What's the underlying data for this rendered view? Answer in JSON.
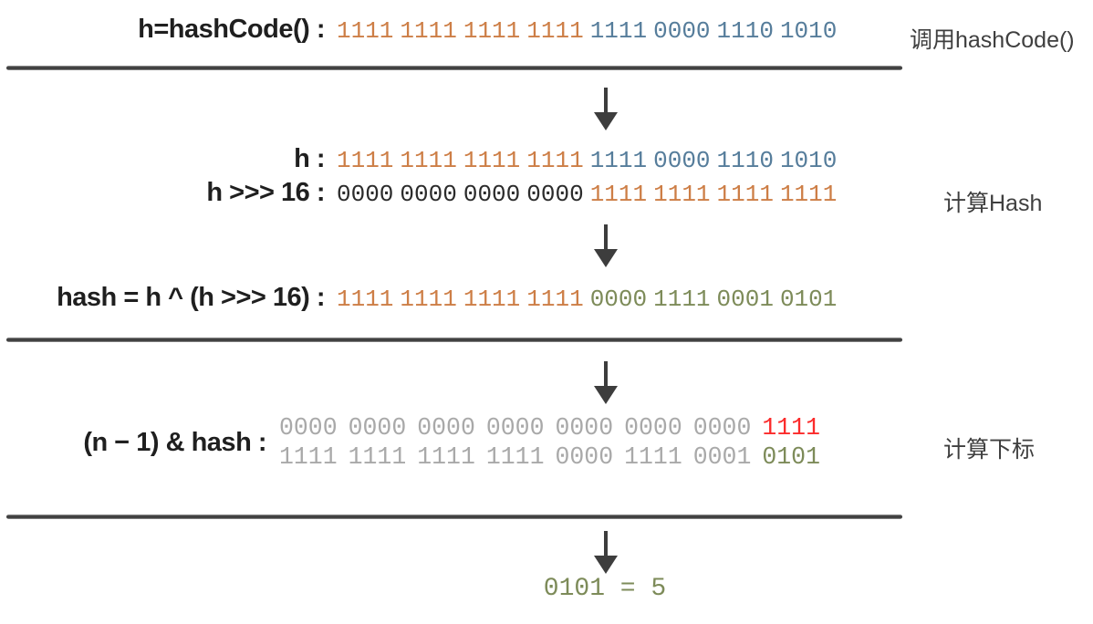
{
  "palette": {
    "orange": "#cd7e46",
    "blue": "#567d9b",
    "black": "#2b2b2b",
    "olive": "#7d8b59",
    "red": "#fb2b2b",
    "gray": "#a9a9a9",
    "label": "#1f1f1f",
    "side": "#3f3f3f",
    "arrow": "#3d3d3d"
  },
  "stage_labels": {
    "call": "调用hashCode()",
    "hash": "计算Hash",
    "index": "计算下标"
  },
  "rows": {
    "hashcode": {
      "label": "h=hashCode() :",
      "groups": [
        {
          "t": "1111",
          "c": "orange"
        },
        {
          "t": "1111",
          "c": "orange"
        },
        {
          "t": "1111",
          "c": "orange"
        },
        {
          "t": "1111",
          "c": "orange"
        },
        {
          "t": "1111",
          "c": "blue"
        },
        {
          "t": "0000",
          "c": "blue"
        },
        {
          "t": "1110",
          "c": "blue"
        },
        {
          "t": "1010",
          "c": "blue"
        }
      ]
    },
    "h": {
      "label": "h :",
      "groups": [
        {
          "t": "1111",
          "c": "orange"
        },
        {
          "t": "1111",
          "c": "orange"
        },
        {
          "t": "1111",
          "c": "orange"
        },
        {
          "t": "1111",
          "c": "orange"
        },
        {
          "t": "1111",
          "c": "blue"
        },
        {
          "t": "0000",
          "c": "blue"
        },
        {
          "t": "1110",
          "c": "blue"
        },
        {
          "t": "1010",
          "c": "blue"
        }
      ]
    },
    "hshift": {
      "label": "h >>> 16 :",
      "groups": [
        {
          "t": "0000",
          "c": "black"
        },
        {
          "t": "0000",
          "c": "black"
        },
        {
          "t": "0000",
          "c": "black"
        },
        {
          "t": "0000",
          "c": "black"
        },
        {
          "t": "1111",
          "c": "orange"
        },
        {
          "t": "1111",
          "c": "orange"
        },
        {
          "t": "1111",
          "c": "orange"
        },
        {
          "t": "1111",
          "c": "orange"
        }
      ]
    },
    "hash": {
      "label": "hash = h ^ (h >>> 16) :",
      "groups": [
        {
          "t": "1111",
          "c": "orange"
        },
        {
          "t": "1111",
          "c": "orange"
        },
        {
          "t": "1111",
          "c": "orange"
        },
        {
          "t": "1111",
          "c": "orange"
        },
        {
          "t": "0000",
          "c": "olive"
        },
        {
          "t": "1111",
          "c": "olive"
        },
        {
          "t": "0001",
          "c": "olive"
        },
        {
          "t": "0101",
          "c": "olive"
        }
      ]
    },
    "mask": {
      "label": "(n − 1) & hash :",
      "groups": [
        {
          "t": "0000",
          "c": "gray"
        },
        {
          "t": "0000",
          "c": "gray"
        },
        {
          "t": "0000",
          "c": "gray"
        },
        {
          "t": "0000",
          "c": "gray"
        },
        {
          "t": "0000",
          "c": "gray"
        },
        {
          "t": "0000",
          "c": "gray"
        },
        {
          "t": "0000",
          "c": "gray"
        },
        {
          "t": "1111",
          "c": "red"
        }
      ]
    },
    "mask2": {
      "label": "",
      "groups": [
        {
          "t": "1111",
          "c": "gray"
        },
        {
          "t": "1111",
          "c": "gray"
        },
        {
          "t": "1111",
          "c": "gray"
        },
        {
          "t": "1111",
          "c": "gray"
        },
        {
          "t": "0000",
          "c": "gray"
        },
        {
          "t": "1111",
          "c": "gray"
        },
        {
          "t": "0001",
          "c": "gray"
        },
        {
          "t": "0101",
          "c": "olive"
        }
      ]
    }
  },
  "result": {
    "text": "0101 = 5",
    "color": "olive"
  }
}
